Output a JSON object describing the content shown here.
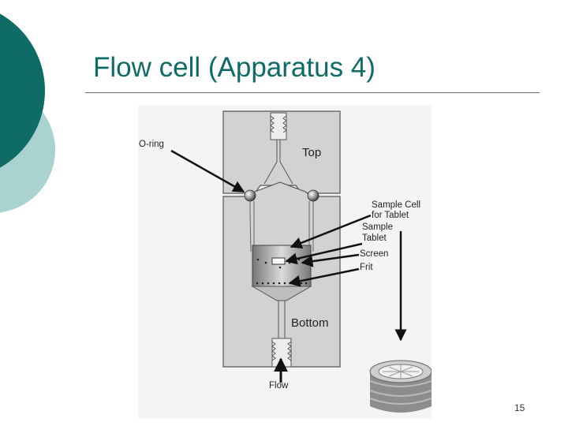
{
  "slide": {
    "title": "Flow cell (Apparatus 4)",
    "page_number": "15"
  },
  "diagram": {
    "labels": {
      "o_ring": "O-ring",
      "top": "Top",
      "sample_cell_line1": "Sample Cell",
      "sample_cell_line2": "for Tablet",
      "sample_tablet_line1": "Sample",
      "sample_tablet_line2": "Tablet",
      "screen": "Screen",
      "frit": "Frit",
      "bottom": "Bottom",
      "flow": "Flow"
    }
  },
  "colors": {
    "accent_dark": "#0e6b66",
    "accent_light": "#a9d2d1"
  }
}
